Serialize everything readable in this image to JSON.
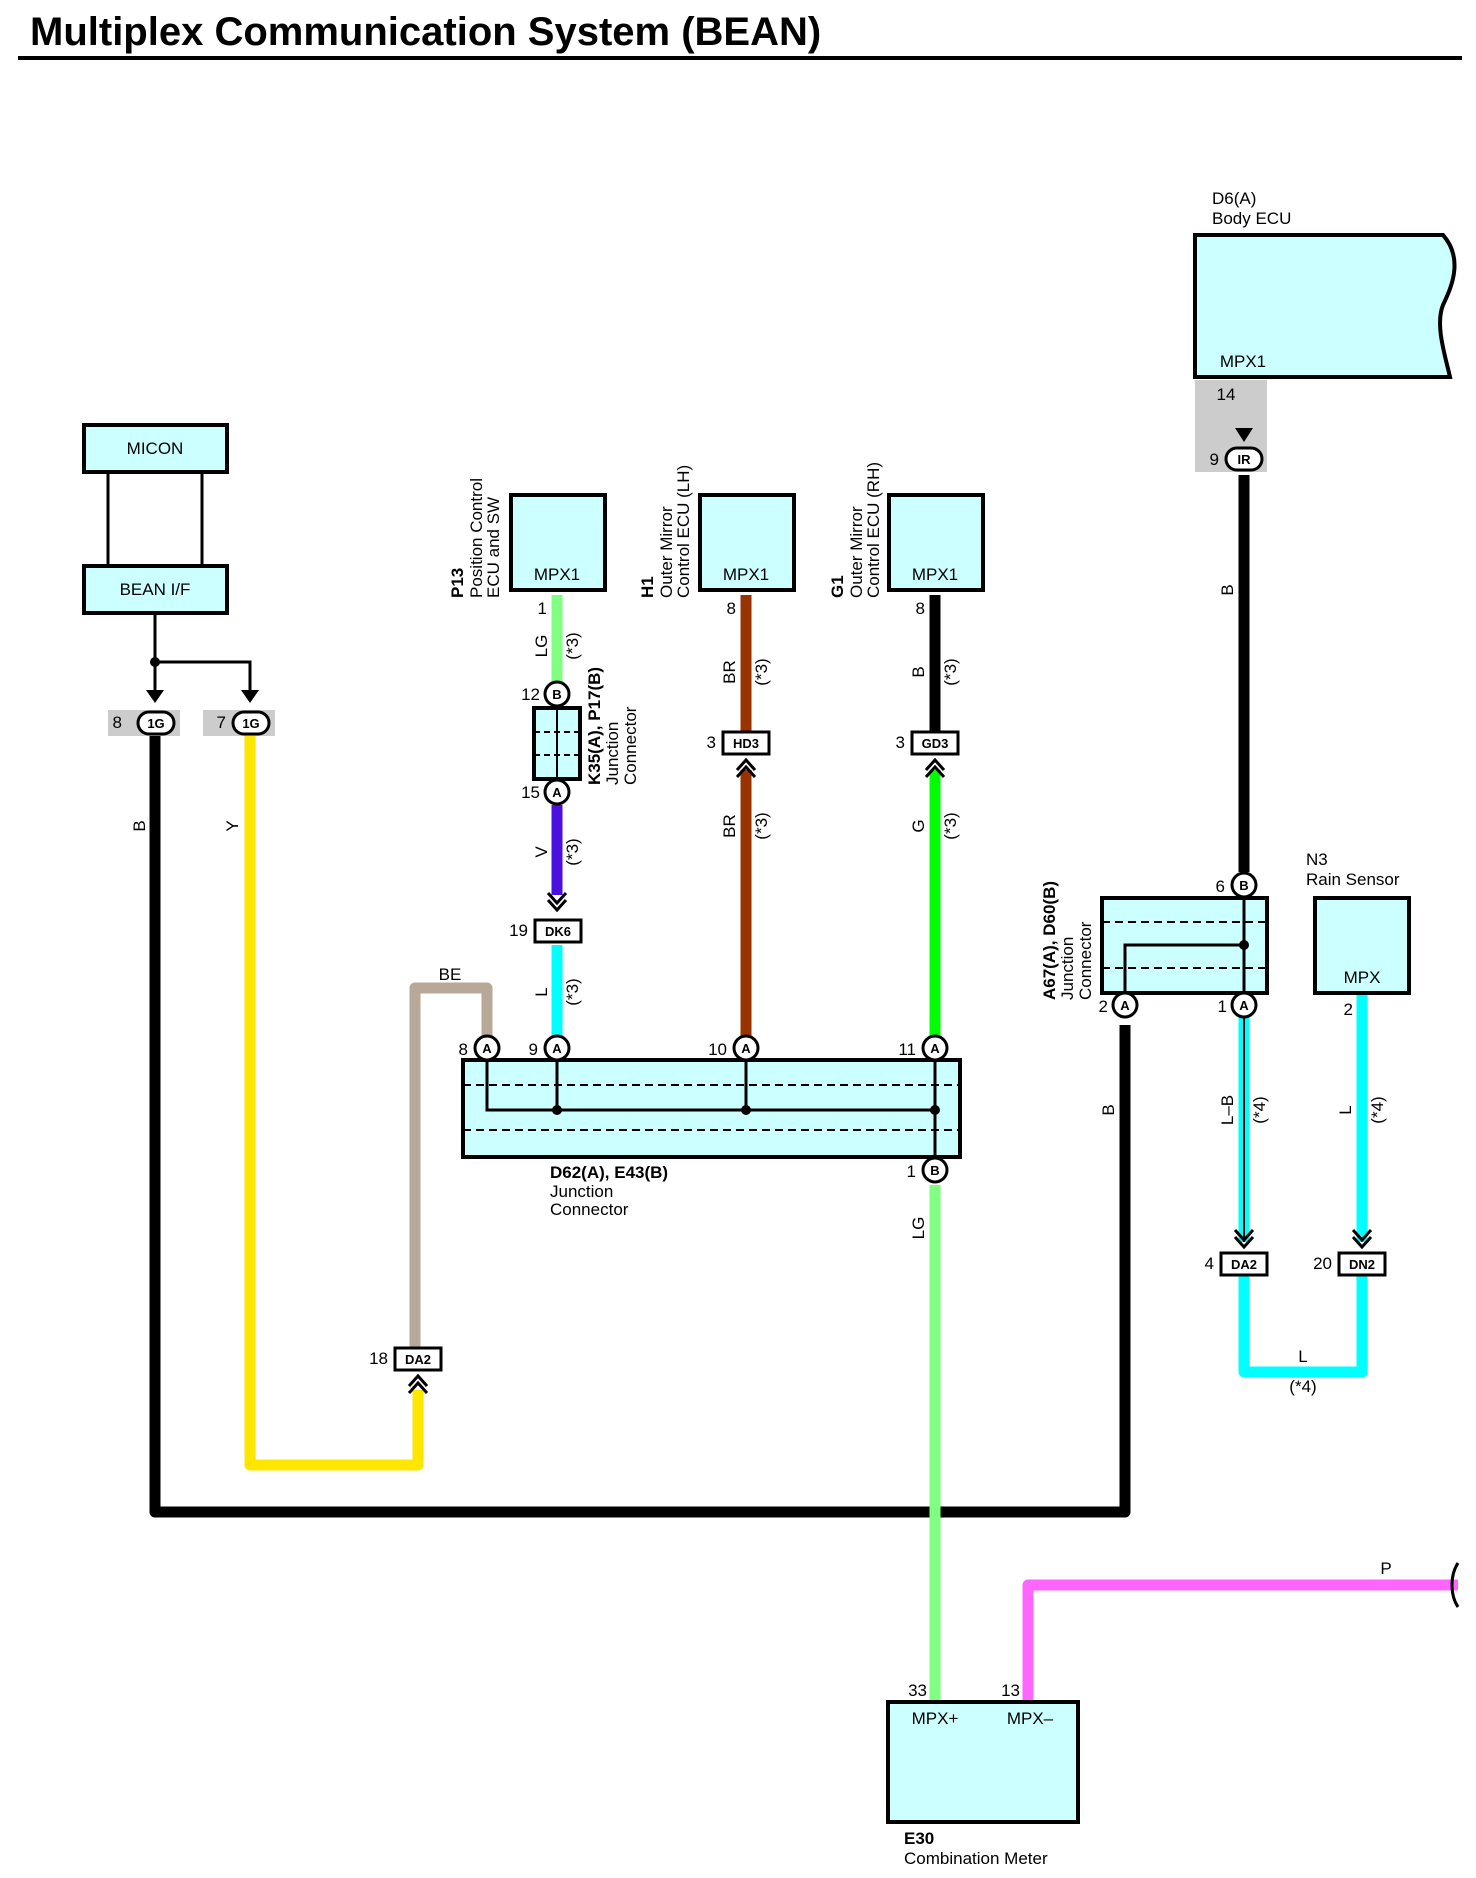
{
  "title": "Multiplex Communication System (BEAN)",
  "components": {
    "micon": "MICON",
    "bean_if": "BEAN I/F",
    "p13": {
      "id": "P13",
      "name1": "Position Control",
      "name2": "ECU and SW",
      "pin": "MPX1"
    },
    "h1": {
      "id": "H1",
      "name1": "Outer Mirror",
      "name2": "Control ECU (LH)",
      "pin": "MPX1"
    },
    "g1": {
      "id": "G1",
      "name1": "Outer Mirror",
      "name2": "Control ECU (RH)",
      "pin": "MPX1"
    },
    "d6": {
      "id": "D6(A)",
      "name": "Body ECU",
      "pin": "MPX1"
    },
    "n3": {
      "id": "N3",
      "name": "Rain Sensor",
      "pin": "MPX"
    },
    "e30": {
      "id": "E30",
      "name": "Combination Meter",
      "pin_plus": "MPX+",
      "pin_minus": "MPX–"
    },
    "k35": {
      "id": "K35(A), P17(B)",
      "name1": "Junction",
      "name2": "Connector"
    },
    "a67": {
      "id": "A67(A), D60(B)",
      "name1": "Junction",
      "name2": "Connector"
    },
    "d62": {
      "id": "D62(A), E43(B)",
      "name1": "Junction",
      "name2": "Connector"
    }
  },
  "connectors": {
    "ig8": {
      "num": "8",
      "code": "1G"
    },
    "ig7": {
      "num": "7",
      "code": "1G"
    },
    "ir9": {
      "num": "9",
      "code": "IR"
    },
    "dk6": {
      "num": "19",
      "code": "DK6"
    },
    "hd3": {
      "num": "3",
      "code": "HD3"
    },
    "gd3": {
      "num": "3",
      "code": "GD3"
    },
    "da2_18": {
      "num": "18",
      "code": "DA2"
    },
    "da2_4": {
      "num": "4",
      "code": "DA2"
    },
    "dn2": {
      "num": "20",
      "code": "DN2"
    }
  },
  "pins": {
    "p13": "1",
    "h1": "8",
    "g1": "8",
    "d6": "14",
    "k35_b": "12",
    "k35_a": "15",
    "d62_8": "8",
    "d62_9": "9",
    "d62_10": "10",
    "d62_11": "11",
    "d62_1": "1",
    "a67_6": "6",
    "a67_2": "2",
    "a67_1": "1",
    "n3": "2",
    "e30_33": "33",
    "e30_13": "13"
  },
  "terminal_letters": {
    "a": "A",
    "b": "B"
  },
  "wires": {
    "lg": "LG",
    "br": "BR",
    "b": "B",
    "v": "V",
    "l": "L",
    "g": "G",
    "y": "Y",
    "be": "BE",
    "lb": "L–B",
    "p": "P"
  },
  "notes": {
    "n3": "(*3)",
    "n4": "(*4)"
  },
  "colors": {
    "black": "#000000",
    "yellow": "#ffe600",
    "tan": "#b8a898",
    "light_green": "#80ff80",
    "violet": "#4b10e0",
    "cyan": "#00ffff",
    "brown": "#993300",
    "green": "#00ff00",
    "pink": "#ff66ff",
    "box_fill": "#ccffff",
    "gray_tab": "#cccccc"
  }
}
